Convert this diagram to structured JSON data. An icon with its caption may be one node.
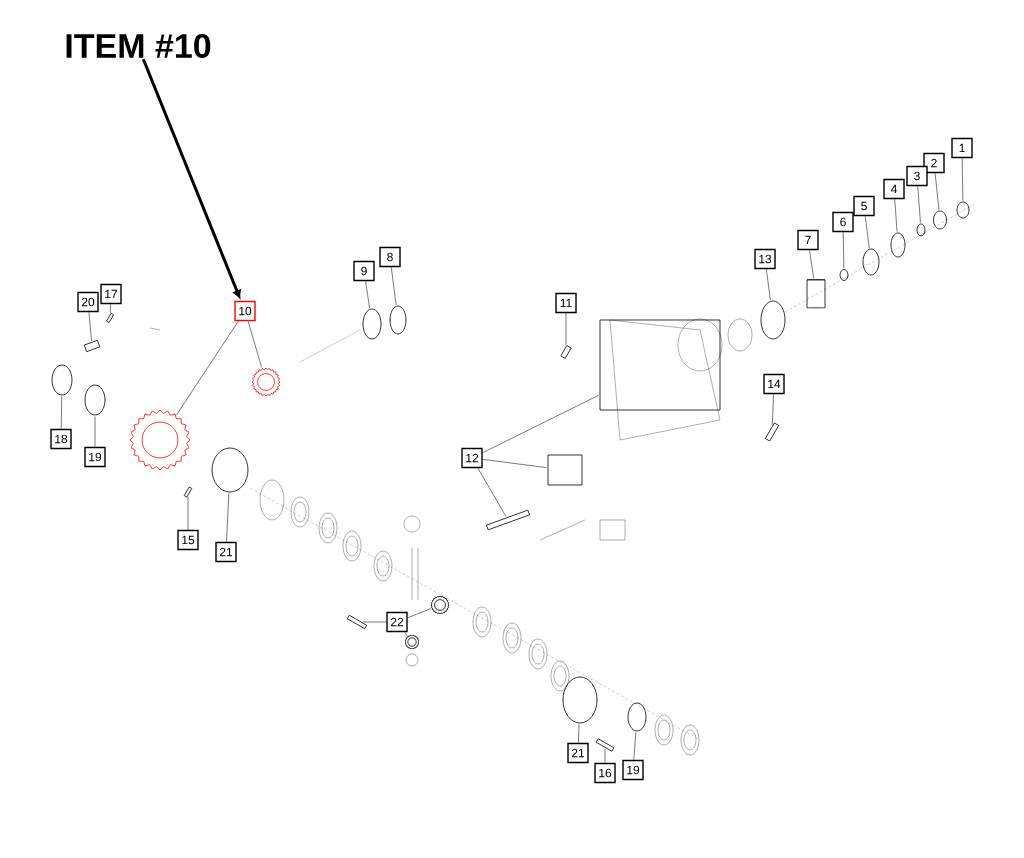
{
  "diagram": {
    "nodes": [
      {
        "text": [
          "ITEM #10"
        ]
      },
      {
        "text": [
          "1"
        ]
      },
      {
        "text": [
          "2"
        ]
      },
      {
        "text": [
          "3"
        ]
      },
      {
        "text": [
          "4"
        ]
      },
      {
        "text": [
          "5"
        ]
      },
      {
        "text": [
          "6"
        ]
      },
      {
        "text": [
          "7"
        ]
      },
      {
        "text": [
          "8"
        ]
      },
      {
        "text": [
          "13"
        ]
      },
      {
        "text": [
          "9"
        ]
      },
      {
        "text": [
          "17"
        ]
      },
      {
        "text": [
          "11"
        ]
      },
      {
        "text": [
          "20"
        ]
      },
      {
        "text": [
          "10"
        ]
      },
      {
        "text": [
          "14"
        ]
      },
      {
        "text": [
          "18"
        ]
      },
      {
        "text": [
          "19"
        ]
      },
      {
        "text": [
          "12"
        ]
      },
      {
        "text": [
          "15"
        ]
      },
      {
        "text": [
          "21"
        ]
      },
      {
        "text": [
          "22"
        ]
      },
      {
        "text": [
          "21"
        ]
      },
      {
        "text": [
          "19"
        ]
      },
      {
        "text": [
          "16"
        ]
      },
      {
        "text": [],
        "shape": "circle"
      },
      {
        "text": [],
        "shape": "circle"
      },
      {
        "text": [],
        "shape": "circle"
      },
      {
        "text": [],
        "shape": "circle"
      },
      {
        "text": [],
        "shape": "circle"
      },
      {
        "text": [],
        "shape": "circle"
      },
      {
        "text": [],
        "shape": "cylinder"
      },
      {
        "text": [],
        "shape": "circle"
      },
      {
        "text": [],
        "shape": "circle"
      },
      {
        "text": [],
        "shape": "circle"
      },
      {
        "text": [],
        "shape": "bar"
      },
      {
        "text": [],
        "shape": "bar"
      },
      {
        "text": [],
        "shape": "bar"
      },
      {
        "text": [],
        "shape": "gear"
      },
      {
        "text": [],
        "shape": "gear"
      },
      {
        "text": [],
        "shape": "box"
      },
      {
        "text": [],
        "shape": "bar"
      },
      {
        "text": [],
        "shape": "circle"
      },
      {
        "text": [],
        "shape": "circle"
      },
      {
        "text": [],
        "shape": "box"
      },
      {
        "text": [],
        "shape": "bar"
      },
      {
        "text": [],
        "shape": "bar"
      },
      {
        "text": [],
        "shape": "circle"
      },
      {
        "text": [],
        "shape": "gear"
      },
      {
        "text": [],
        "shape": "gear"
      },
      {
        "text": [],
        "shape": "bar"
      },
      {
        "text": [],
        "shape": "circle"
      },
      {
        "text": [],
        "shape": "circle"
      },
      {
        "text": [],
        "shape": "bar"
      }
    ],
    "edges": [
      {
        "from": 0,
        "to": 14,
        "arrow": "to",
        "style": "thick"
      },
      {
        "from": 1,
        "to": 25,
        "arrow": "none"
      },
      {
        "from": 2,
        "to": 26,
        "arrow": "none"
      },
      {
        "from": 3,
        "to": 27,
        "arrow": "none"
      },
      {
        "from": 4,
        "to": 28,
        "arrow": "none"
      },
      {
        "from": 5,
        "to": 29,
        "arrow": "none"
      },
      {
        "from": 6,
        "to": 30,
        "arrow": "none"
      },
      {
        "from": 7,
        "to": 31,
        "arrow": "none"
      },
      {
        "from": 9,
        "to": 32,
        "arrow": "none"
      },
      {
        "from": 8,
        "to": 33,
        "arrow": "none"
      },
      {
        "from": 10,
        "to": 34,
        "arrow": "none"
      },
      {
        "from": 11,
        "to": 35,
        "arrow": "none"
      },
      {
        "from": 12,
        "to": 36,
        "arrow": "none"
      },
      {
        "from": 13,
        "to": 37,
        "arrow": "none"
      },
      {
        "from": 14,
        "to": 38,
        "arrow": "none"
      },
      {
        "from": 14,
        "to": 39,
        "arrow": "none"
      },
      {
        "from": 15,
        "to": 41,
        "arrow": "none"
      },
      {
        "from": 16,
        "to": 42,
        "arrow": "none"
      },
      {
        "from": 17,
        "to": 43,
        "arrow": "none"
      },
      {
        "from": 18,
        "to": 40,
        "arrow": "none"
      },
      {
        "from": 18,
        "to": 44,
        "arrow": "none"
      },
      {
        "from": 18,
        "to": 45,
        "arrow": "none"
      },
      {
        "from": 19,
        "to": 46,
        "arrow": "none"
      },
      {
        "from": 20,
        "to": 47,
        "arrow": "none"
      },
      {
        "from": 21,
        "to": 48,
        "arrow": "none"
      },
      {
        "from": 21,
        "to": 49,
        "arrow": "none"
      },
      {
        "from": 21,
        "to": 50,
        "arrow": "none"
      },
      {
        "from": 22,
        "to": 51,
        "arrow": "none"
      },
      {
        "from": 23,
        "to": 52,
        "arrow": "none"
      },
      {
        "from": 24,
        "to": 53,
        "arrow": "none"
      }
    ]
  }
}
